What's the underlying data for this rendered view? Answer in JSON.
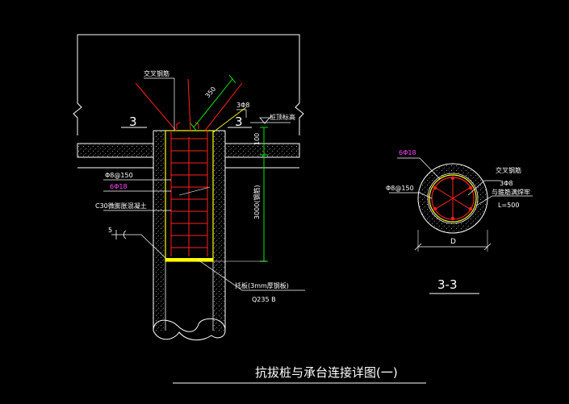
{
  "drawing": {
    "title": "抗拔桩与承台连接详图(一)",
    "colors": {
      "background": "#000000",
      "white": "#ffffff",
      "red": "#ff2020",
      "yellow": "#ffff00",
      "green": "#00ff00",
      "magenta": "#ff40ff",
      "gray": "#c8c8c8"
    },
    "elevation": {
      "labels": {
        "cross_bar": "交叉钢筋",
        "dim_350": "350",
        "section_left": "3",
        "section_right": "3",
        "bar_3d8": "3Φ8",
        "pile_top_mark": "桩顶标高",
        "dim_100": "100",
        "stirrup": "Φ8@150",
        "main_bar": "6Φ18",
        "concrete": "C30微膨胀混凝土",
        "dim_3000": "3000(钢筋)",
        "weld_mark": "5",
        "bottom_plate": "托板(3mm厚钢板)",
        "plate_material": "Q235 B"
      }
    },
    "section": {
      "title": "3-3",
      "labels": {
        "main_bar": "6Φ18",
        "stirrup": "Φ8@150",
        "cross_bar": "交叉钢筋",
        "bar_3d8": "3Φ8",
        "weld_note": "与箍筋满焊牢",
        "length": "L=500",
        "diameter": "D"
      }
    }
  }
}
